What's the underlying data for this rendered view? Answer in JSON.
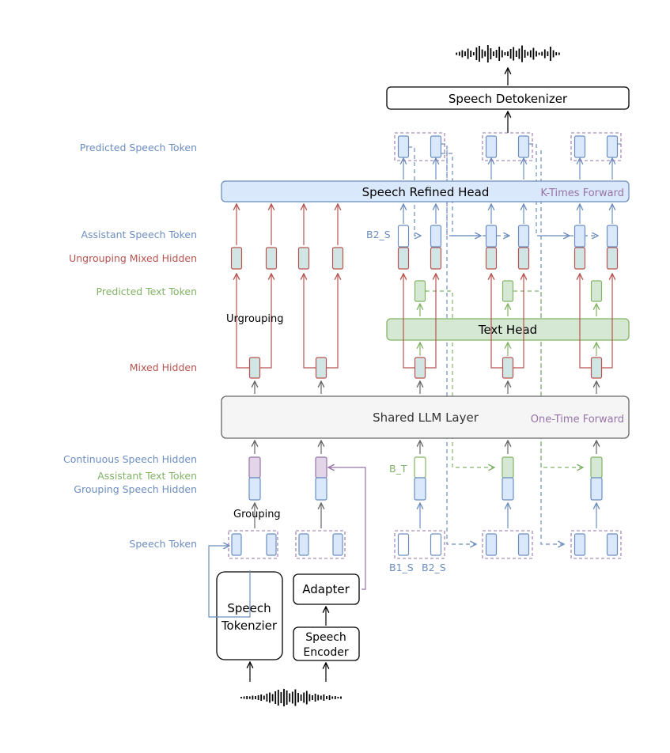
{
  "colors": {
    "blue": "#6c8ebf",
    "blue_fill": "#dae8fc",
    "red": "#b85450",
    "green": "#82b366",
    "green_fill": "#d5e8d4",
    "purple": "#9673a6",
    "purple_fill": "#e1d5e7",
    "gray_fill": "#f5f5f5",
    "teal_fill": "#d1e5e5",
    "black": "#000000"
  },
  "labels": {
    "predicted_speech_token": "Predicted Speech Token",
    "assistant_speech_token": "Assistant Speech Token",
    "ungrouping_mixed_hidden": "Ungrouping Mixed Hidden",
    "predicted_text_token": "Predicted Text Token",
    "mixed_hidden": "Mixed Hidden",
    "continuous_speech_hidden": "Continuous Speech Hidden",
    "assistant_text_token": "Assistant Text Token",
    "grouping_speech_hidden": "Grouping Speech Hidden",
    "speech_token": "Speech Token"
  },
  "blocks": {
    "speech_detokenizer": "Speech Detokenizer",
    "speech_refined_head": "Speech Refined Head",
    "k_times_forward": "K-Times Forward",
    "text_head": "Text Head",
    "shared_llm_layer": "Shared LLM Layer",
    "one_time_forward": "One-Time Forward",
    "adapter": "Adapter",
    "speech_tokenizer_line1": "Speech",
    "speech_tokenizer_line2": "Tokenzier",
    "speech_encoder_line1": "Speech",
    "speech_encoder_line2": "Encoder"
  },
  "annotations": {
    "ungrouping": "Urgrouping",
    "grouping": "Grouping",
    "b2_s_top": "B2_S",
    "b_t": "B_T",
    "b1_s": "B1_S",
    "b2_s": "B2_S"
  }
}
